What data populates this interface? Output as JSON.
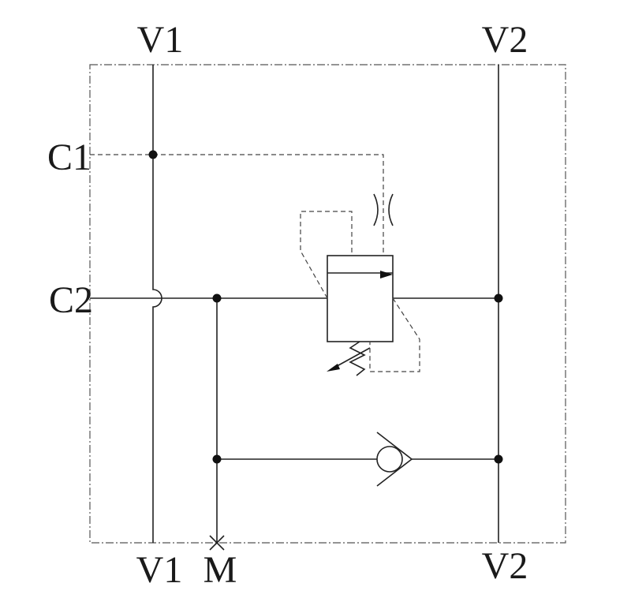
{
  "diagram": {
    "type": "hydraulic-schematic",
    "ports": {
      "v1_top": "V1",
      "v2_top": "V2",
      "c1": "C1",
      "c2": "C2",
      "v1_bottom": "V1",
      "m": "M",
      "v2_bottom": "V2"
    },
    "components": {
      "relief_valve": "pilot-operated-valve",
      "check_valve": "check-valve",
      "orifice": "orifice",
      "spring": "adjustable-spring"
    },
    "colors": {
      "line": "#222222",
      "background": "#ffffff"
    }
  }
}
